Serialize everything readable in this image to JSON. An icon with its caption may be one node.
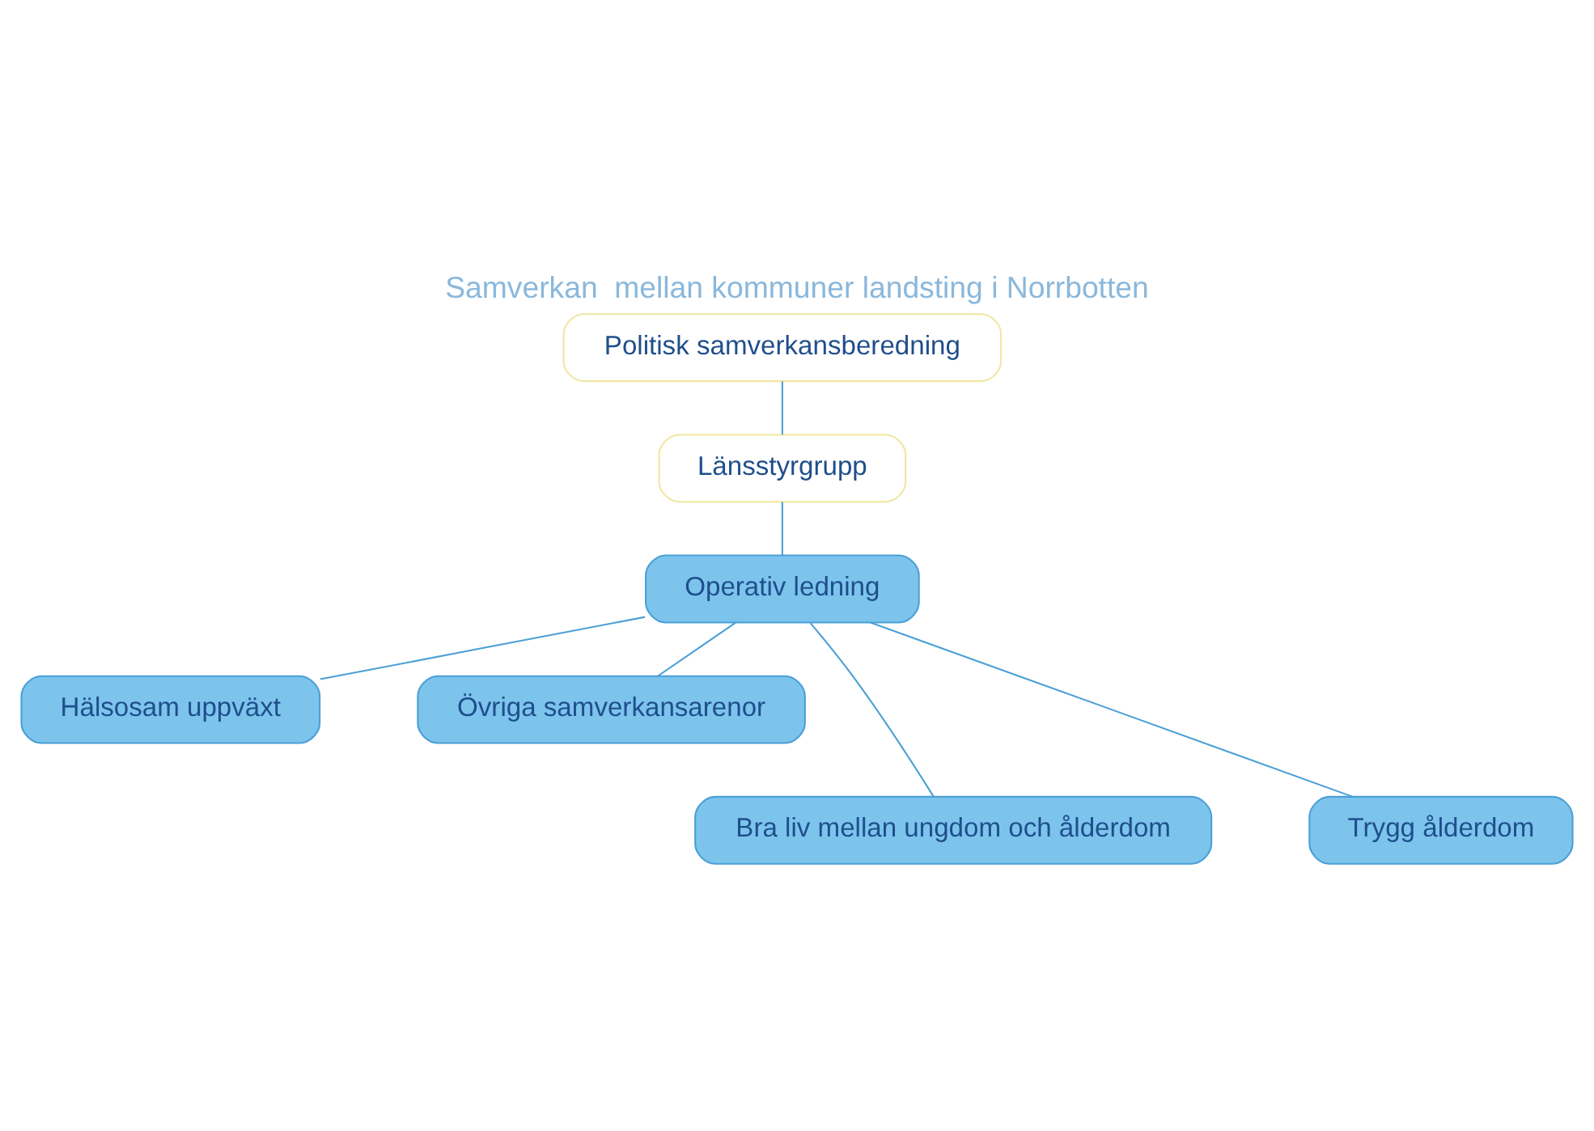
{
  "diagram": {
    "title": "Samverkan  mellan kommuner landsting i Norrbotten",
    "nodes": [
      {
        "text": [
          "Politisk samverkansberedning"
        ]
      },
      {
        "text": [
          "Länsstyrgrupp"
        ]
      },
      {
        "text": [
          "Operativ ledning"
        ]
      },
      {
        "text": [
          "Hälsosam uppväxt"
        ]
      },
      {
        "text": [
          "Övriga samverkansarenor"
        ]
      },
      {
        "text": [
          "Bra liv mellan ungdom och ålderdom"
        ]
      },
      {
        "text": [
          "Trygg ålderdom"
        ]
      }
    ],
    "edges": [
      {
        "from": 0,
        "to": 1,
        "arrow": "none"
      },
      {
        "from": 1,
        "to": 2,
        "arrow": "none"
      },
      {
        "from": 2,
        "to": 3,
        "arrow": "none"
      },
      {
        "from": 2,
        "to": 4,
        "arrow": "none"
      },
      {
        "from": 2,
        "to": 5,
        "arrow": "none"
      },
      {
        "from": 2,
        "to": 6,
        "arrow": "none"
      }
    ]
  }
}
